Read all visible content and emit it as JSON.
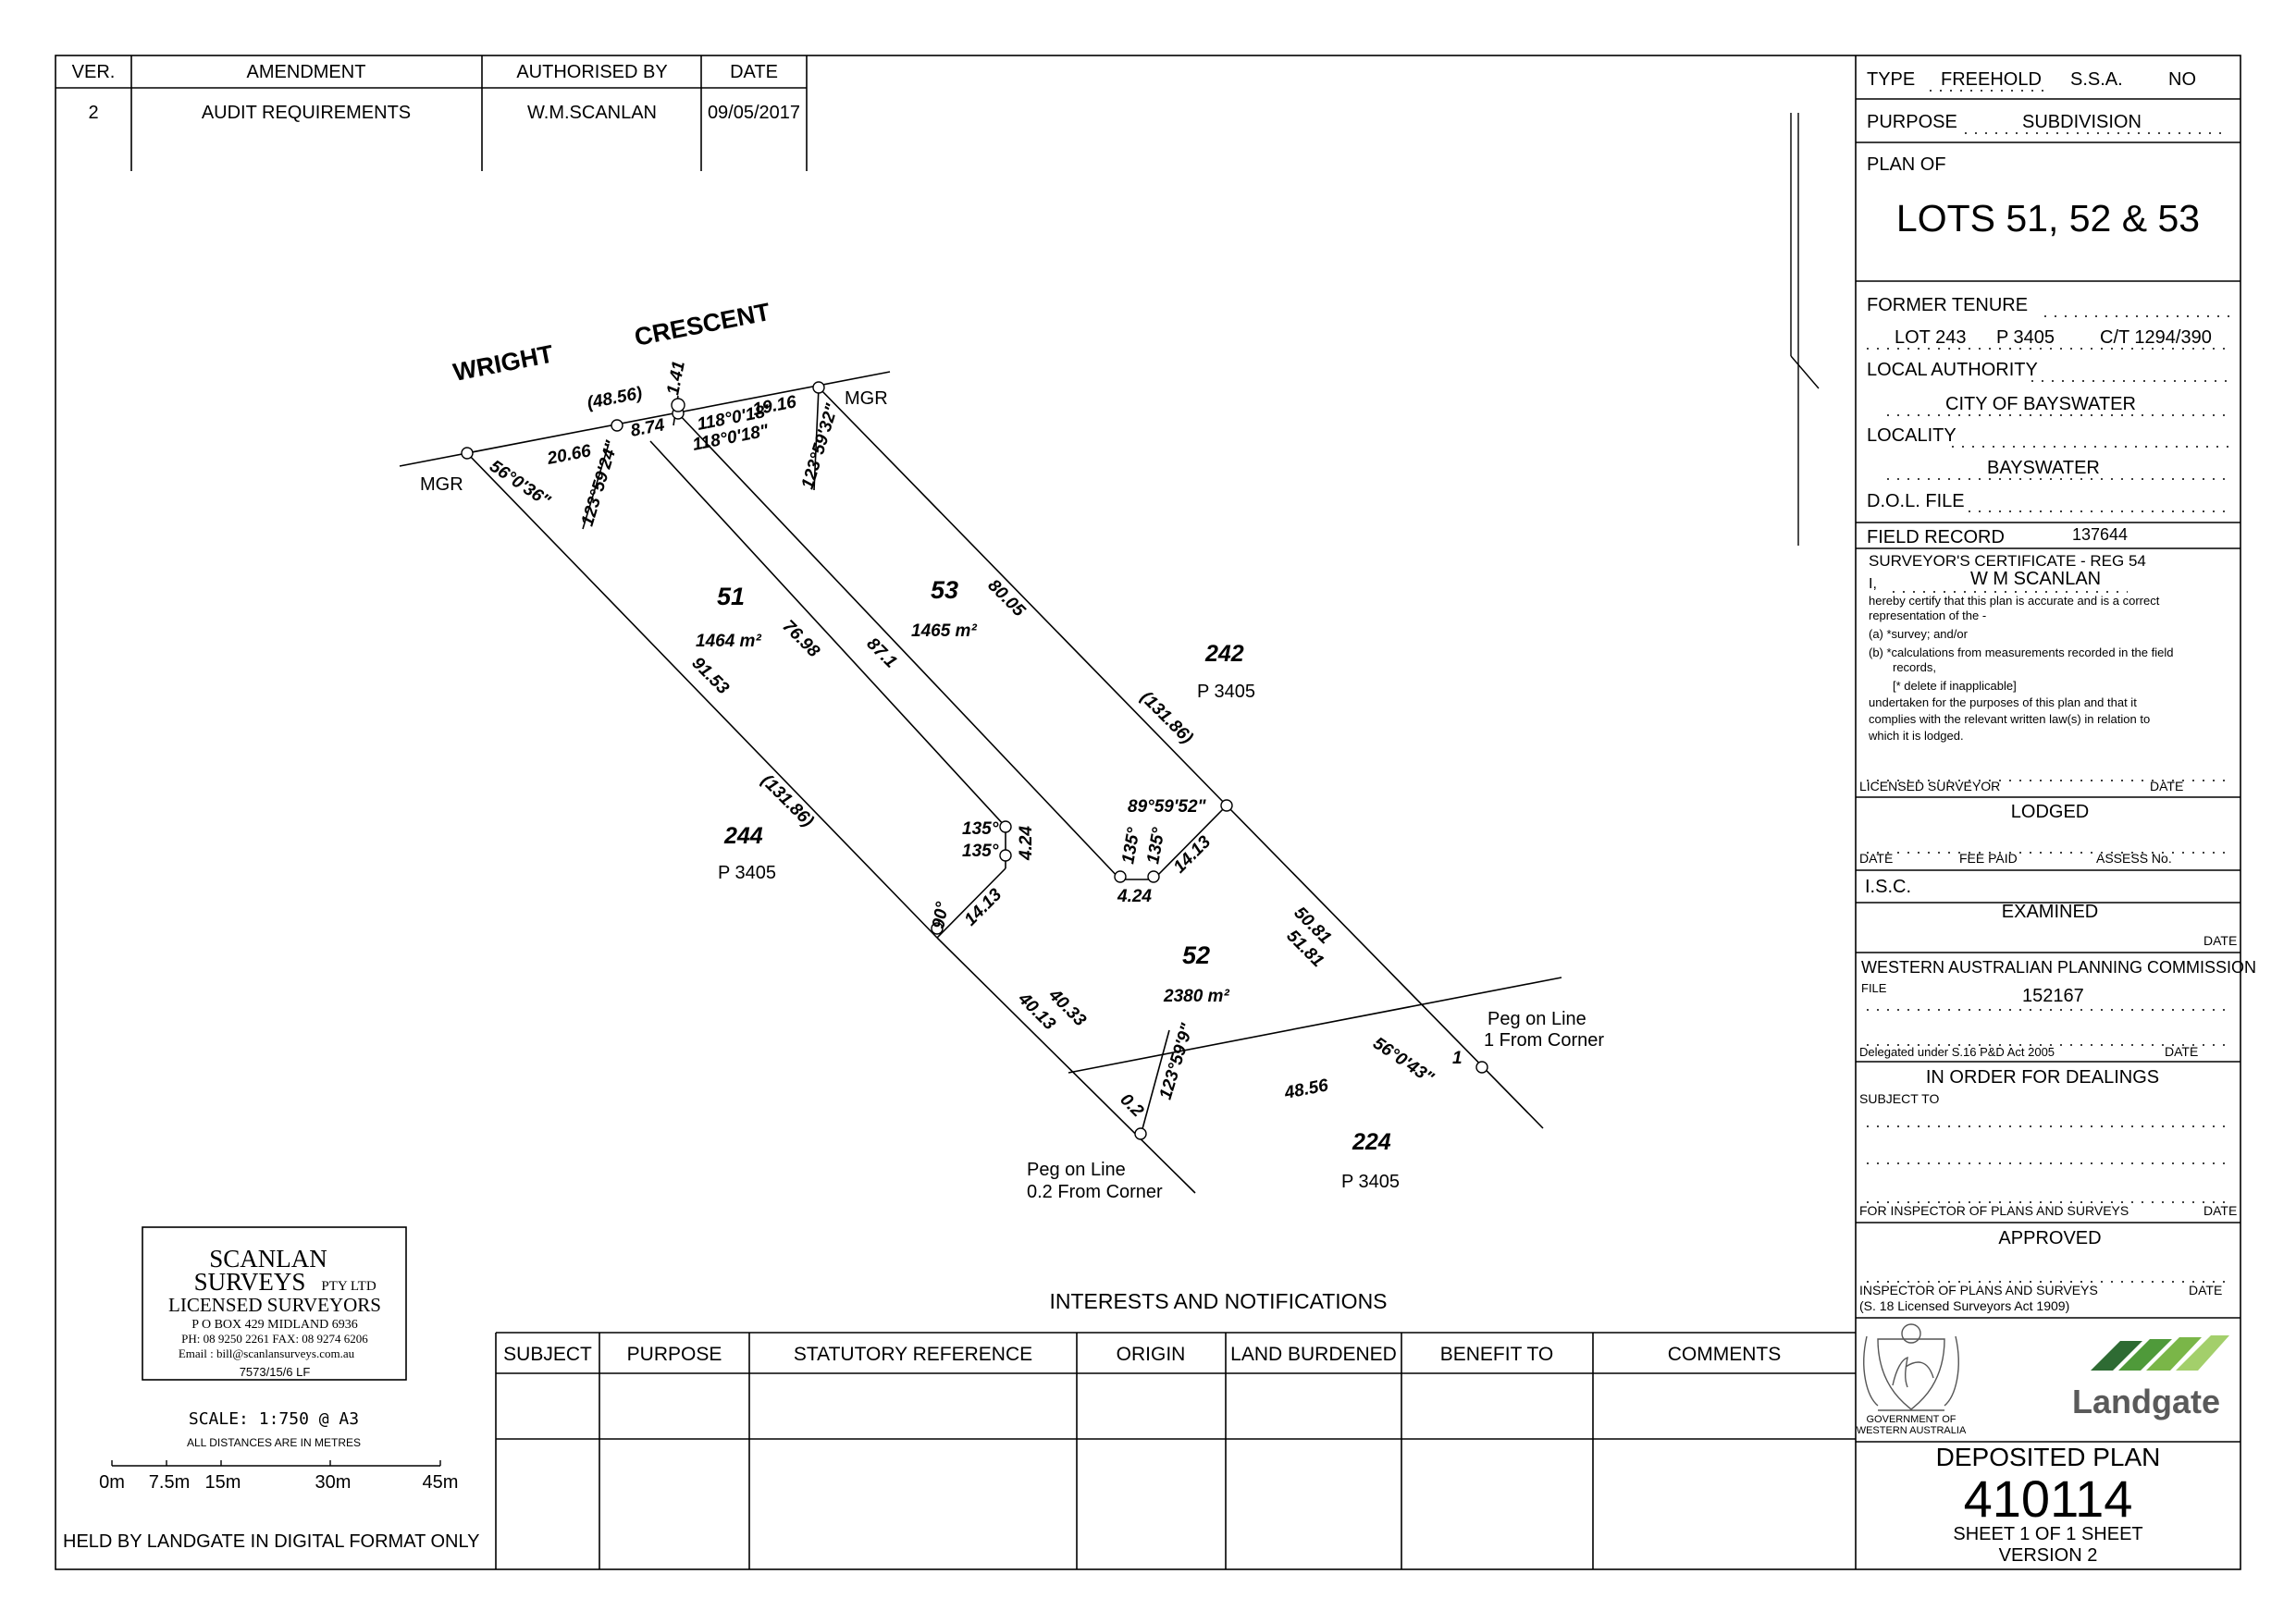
{
  "amendment_table": {
    "headers": [
      "VER.",
      "AMENDMENT",
      "AUTHORISED BY",
      "DATE"
    ],
    "rows": [
      [
        "2",
        "AUDIT REQUIREMENTS",
        "W.M.SCANLAN",
        "09/05/2017"
      ]
    ]
  },
  "plan": {
    "street_name_1": "WRIGHT",
    "street_name_2": "CRESCENT",
    "mgr_left": "MGR",
    "mgr_right": "MGR",
    "dimensions": {
      "d_4856_top": "(48.56)",
      "d_141": "1.41",
      "d_1916": "19.16",
      "d_2066": "20.66",
      "d_874": "8.74",
      "b_56036": "56°0'36\"",
      "b_1235924": "123°59'24\"",
      "b_118018_a": "118°0'18\"",
      "b_118018_b": "118°0'18\"",
      "b_1235932": "123°59'32\"",
      "d_7698": "76.98",
      "d_871": "87.1",
      "d_8005": "80.05",
      "d_9153": "91.53",
      "d_13186_left": "(131.86)",
      "d_13186_right": "(131.86)",
      "b_895952": "89°59'52\"",
      "a_135_1": "135°",
      "a_135_2": "135°",
      "a_135_3": "135°",
      "a_135_4": "135°",
      "d_424_right": "4.24",
      "d_424_bottom": "4.24",
      "d_1413_right": "14.13",
      "d_1413_left": "14.13",
      "a_90": "90°",
      "d_4013": "40.13",
      "d_4033": "40.33",
      "d_5081": "50.81",
      "d_5181": "51.81",
      "b_123599": "123°59'9\"",
      "d_02": "0.2",
      "d_4856_bottom": "48.56",
      "b_56043": "56°0'43\"",
      "d_1": "1"
    },
    "lots": [
      {
        "number": "51",
        "area": "1464 m²"
      },
      {
        "number": "53",
        "area": "1465 m²"
      },
      {
        "number": "52",
        "area": "2380 m²"
      }
    ],
    "adjoining": [
      {
        "number": "242",
        "plan": "P 3405"
      },
      {
        "number": "244",
        "plan": "P 3405"
      },
      {
        "number": "224",
        "plan": "P 3405"
      }
    ],
    "peg_1": [
      "Peg on Line",
      "1 From Corner"
    ],
    "peg_2": [
      "Peg on Line",
      "0.2 From Corner"
    ]
  },
  "surveyor_block": {
    "name_line_1": "SCANLAN",
    "name_line_2": "SURVEYS",
    "pty": "PTY LTD",
    "licensed": "LICENSED SURVEYORS",
    "address": "P O BOX 429 MIDLAND 6936",
    "phone": "PH: 08 9250 2261  FAX: 08 9274 6206",
    "email": "Email : bill@scanlansurveys.com.au",
    "ref": "7573/15/6  LF"
  },
  "scale": {
    "title": "SCALE: 1:750 @ A3",
    "note": "ALL DISTANCES ARE IN METRES",
    "ticks": [
      "0m",
      "7.5m",
      "15m",
      "30m",
      "45m"
    ]
  },
  "digital_note": "HELD BY LANDGATE IN DIGITAL FORMAT ONLY",
  "interests": {
    "title": "INTERESTS AND NOTIFICATIONS",
    "headers": [
      "SUBJECT",
      "PURPOSE",
      "STATUTORY REFERENCE",
      "ORIGIN",
      "LAND BURDENED",
      "BENEFIT TO",
      "COMMENTS"
    ]
  },
  "title_block": {
    "type_label": "TYPE",
    "type_value": "FREEHOLD",
    "ssa_label": "S.S.A.",
    "ssa_value": "NO",
    "purpose_label": "PURPOSE",
    "purpose_value": "SUBDIVISION",
    "plan_of_label": "PLAN OF",
    "plan_of_value": "LOTS 51, 52 & 53",
    "former_tenure_label": "FORMER TENURE",
    "former_lot": "LOT 243",
    "former_plan": "P 3405",
    "former_ct": "C/T 1294/390",
    "local_authority_label": "LOCAL AUTHORITY",
    "local_authority_value": "CITY OF BAYSWATER",
    "locality_label": "LOCALITY",
    "locality_value": "BAYSWATER",
    "dol_file_label": "D.O.L. FILE",
    "field_record_label": "FIELD RECORD",
    "field_record_value": "137644",
    "certificate_title": "SURVEYOR'S CERTIFICATE - REG 54",
    "certificate_i": "I,",
    "certificate_name": "W M SCANLAN",
    "certificate_lines": [
      "hereby certify that this plan is accurate and is a correct",
      "representation of the -",
      "(a)  *survey; and/or",
      "(b)  *calculations from measurements recorded in the field",
      "records,",
      "[* delete if inapplicable]",
      "undertaken for the purposes of this plan and that it",
      "complies with the relevant written law(s) in relation to",
      "which it is lodged."
    ],
    "licensed_surveyor": "LICENSED SURVEYOR",
    "date": "DATE",
    "lodged": "LODGED",
    "date_lbl": "DATE",
    "fee_paid": "FEE PAID",
    "assess_no": "ASSESS No.",
    "isc": "I.S.C.",
    "examined": "EXAMINED",
    "examined_date": "DATE",
    "wapc": "WESTERN AUSTRALIAN PLANNING COMMISSION",
    "file_label": "FILE",
    "file_value": "152167",
    "delegated": "Delegated under S.16 P&D Act 2005",
    "delegated_date": "DATE",
    "in_order": "IN ORDER FOR DEALINGS",
    "subject_to": "SUBJECT TO",
    "for_inspector": "FOR INSPECTOR OF PLANS AND SURVEYS",
    "for_inspector_date": "DATE",
    "approved": "APPROVED",
    "inspector": "INSPECTOR OF PLANS AND SURVEYS",
    "inspector_date": "DATE",
    "inspector_act": "(S. 18 Licensed Surveyors Act 1909)",
    "gov_line_1": "GOVERNMENT OF",
    "gov_line_2": "WESTERN AUSTRALIA",
    "landgate": "Landgate",
    "deposited_plan": "DEPOSITED PLAN",
    "plan_number": "410114",
    "sheet": "SHEET 1 OF 1 SHEET",
    "version": "VERSION 2"
  },
  "colors": {
    "ink": "#000000",
    "landgate_green": "#7ab648",
    "landgate_dark_green": "#2e6b33",
    "landgate_text": "#5a5a5a"
  }
}
